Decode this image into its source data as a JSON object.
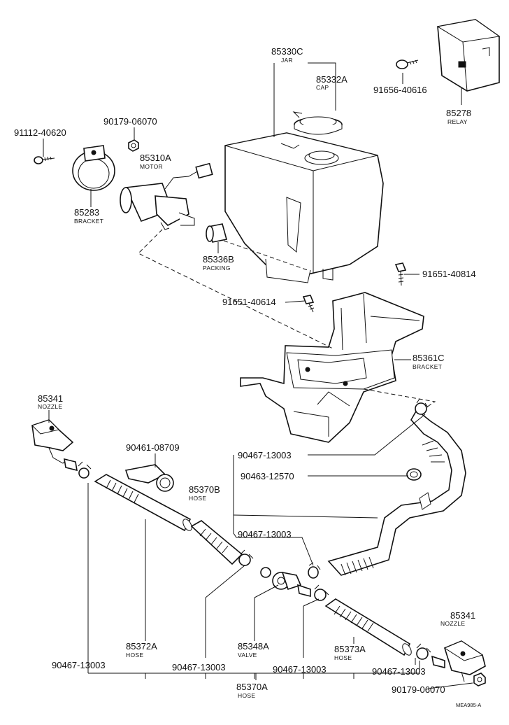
{
  "labels": {
    "jar": {
      "number": "85330C",
      "name": "JAR"
    },
    "cap": {
      "number": "85332A",
      "name": "CAP"
    },
    "bolt_top": {
      "number": "91656-40616"
    },
    "relay": {
      "number": "85278",
      "name": "RELAY"
    },
    "screw": {
      "number": "91112-40620"
    },
    "nut_motor": {
      "number": "90179-06070"
    },
    "motor": {
      "number": "85310A",
      "name": "MOTOR"
    },
    "bracket_small": {
      "number": "85283",
      "name": "BRACKET"
    },
    "packing": {
      "number": "85336B",
      "name": "PACKING"
    },
    "bolt_right": {
      "number": "91651-40814"
    },
    "bolt_mid": {
      "number": "91651-40614"
    },
    "bracket_large": {
      "number": "85361C",
      "name": "BRACKET"
    },
    "nozzle_left": {
      "number": "85341",
      "name": "NOZZLE"
    },
    "clamp_hose": {
      "number": "90461-08709"
    },
    "clip_top": {
      "number": "90467-13003"
    },
    "clip_alt": {
      "number": "90463-12570"
    },
    "hose_main": {
      "number": "85370B",
      "name": "HOSE"
    },
    "clip_center": {
      "number": "90467-13003"
    },
    "hose_left": {
      "number": "85372A",
      "name": "HOSE"
    },
    "valve": {
      "number": "85348A",
      "name": "VALVE"
    },
    "hose_right": {
      "number": "85373A",
      "name": "HOSE"
    },
    "nozzle_right": {
      "number": "85341",
      "name": "NOZZLE"
    },
    "clip_bl": {
      "number": "90467-13003"
    },
    "clip_bm": {
      "number": "90467-13003"
    },
    "clip_bc": {
      "number": "90467-13003"
    },
    "clip_br": {
      "number": "90467-13003"
    },
    "hose_bottom": {
      "number": "85370A",
      "name": "HOSE"
    },
    "nut_bottom": {
      "number": "90179-06070"
    },
    "diagram_code": "MEA985-A"
  }
}
